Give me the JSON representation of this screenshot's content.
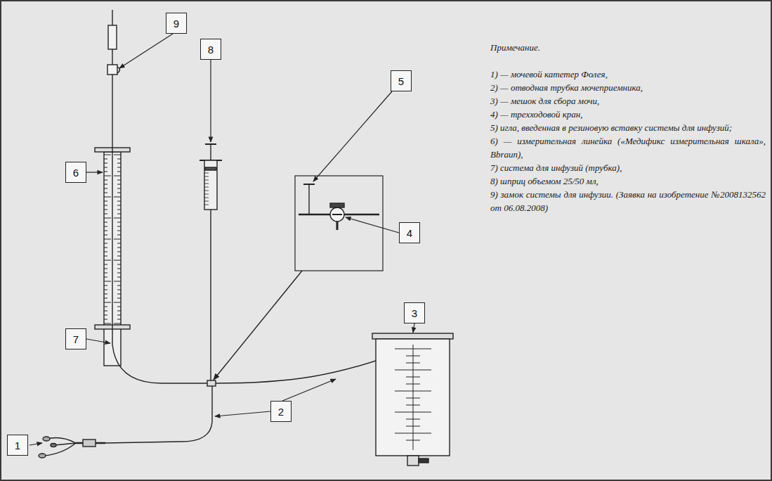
{
  "diagram": {
    "nodes": [
      {
        "text": [
          "1"
        ]
      },
      {
        "text": [
          "2"
        ]
      },
      {
        "text": [
          "3"
        ]
      },
      {
        "text": [
          "4"
        ]
      },
      {
        "text": [
          "5"
        ]
      },
      {
        "text": [
          "6"
        ]
      },
      {
        "text": [
          "7"
        ]
      },
      {
        "text": [
          "8"
        ]
      },
      {
        "text": [
          "9"
        ]
      }
    ],
    "labels": [
      "Примечание.",
      "1) — мочевой катетер Фолея,",
      "2) — отводная трубка мочеприемника,",
      "3) — мешок для сбора мочи,",
      "4) — трехходовой кран,",
      "5) игла, введенная в резиновую вставку системы для инфузий;",
      "6) — измерительная линейка («Медификс измерительная шкала», Bbraun),",
      "7) система для инфузий (трубка),",
      "8) шприц объемом 25/50 мл,",
      "9) замок системы для инфузии. (Заявка на изобретение №2008132562 от 06.08.2008)"
    ]
  }
}
